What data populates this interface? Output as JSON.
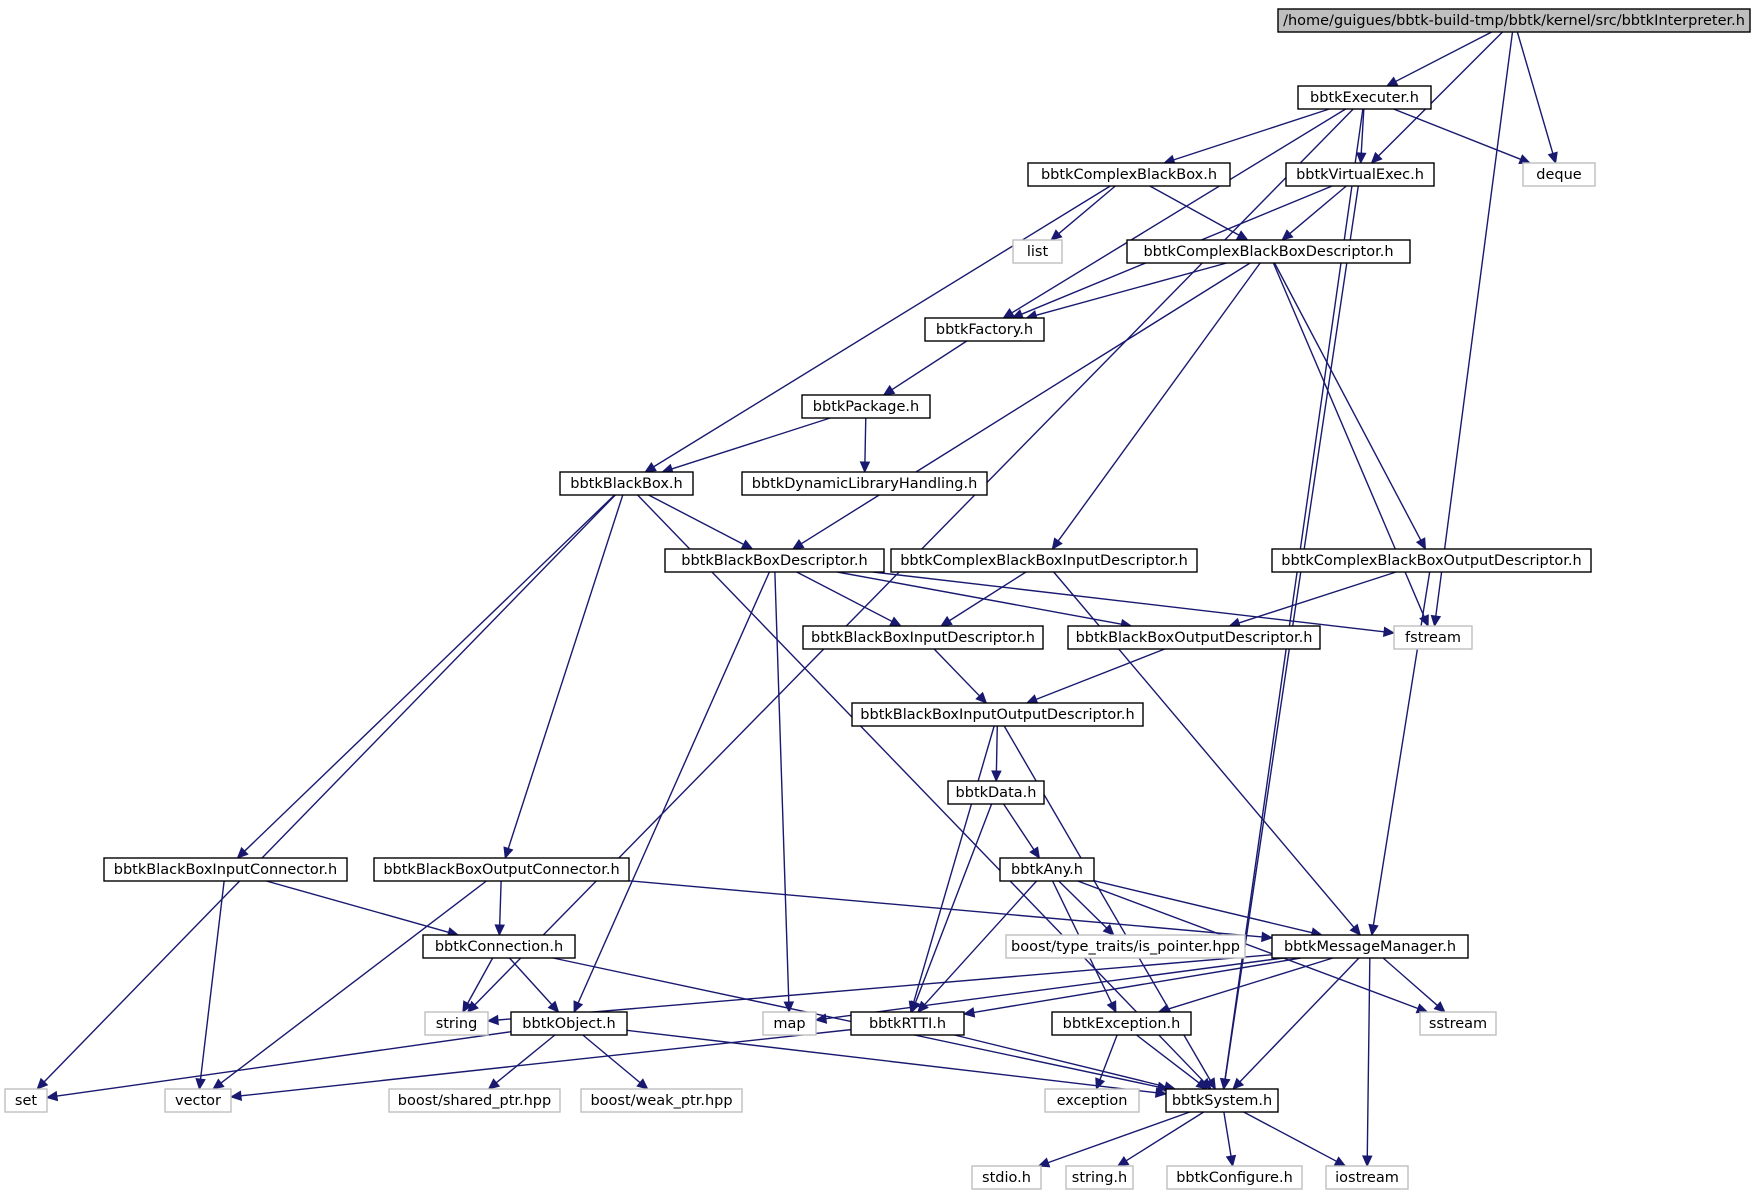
{
  "diagram": {
    "type": "include-dependency-graph",
    "edge_color": "#191970",
    "nodes": [
      {
        "id": "root",
        "label": "/home/guigues/bbtk-build-tmp/bbtk/kernel/src/bbtkInterpreter.h",
        "kind": "root"
      },
      {
        "id": "exec",
        "label": "bbtkExecuter.h",
        "kind": "local"
      },
      {
        "id": "cbb",
        "label": "bbtkComplexBlackBox.h",
        "kind": "local"
      },
      {
        "id": "vexec",
        "label": "bbtkVirtualExec.h",
        "kind": "local"
      },
      {
        "id": "deque",
        "label": "deque",
        "kind": "system"
      },
      {
        "id": "list",
        "label": "list",
        "kind": "system"
      },
      {
        "id": "cbbd",
        "label": "bbtkComplexBlackBoxDescriptor.h",
        "kind": "local"
      },
      {
        "id": "factory",
        "label": "bbtkFactory.h",
        "kind": "local"
      },
      {
        "id": "package",
        "label": "bbtkPackage.h",
        "kind": "local"
      },
      {
        "id": "bb",
        "label": "bbtkBlackBox.h",
        "kind": "local"
      },
      {
        "id": "dlh",
        "label": "bbtkDynamicLibraryHandling.h",
        "kind": "local"
      },
      {
        "id": "bbd",
        "label": "bbtkBlackBoxDescriptor.h",
        "kind": "local"
      },
      {
        "id": "cbbid",
        "label": "bbtkComplexBlackBoxInputDescriptor.h",
        "kind": "local"
      },
      {
        "id": "cbbod",
        "label": "bbtkComplexBlackBoxOutputDescriptor.h",
        "kind": "local"
      },
      {
        "id": "bbid",
        "label": "bbtkBlackBoxInputDescriptor.h",
        "kind": "local"
      },
      {
        "id": "bbod",
        "label": "bbtkBlackBoxOutputDescriptor.h",
        "kind": "local"
      },
      {
        "id": "fstream",
        "label": "fstream",
        "kind": "system"
      },
      {
        "id": "bbiod",
        "label": "bbtkBlackBoxInputOutputDescriptor.h",
        "kind": "local"
      },
      {
        "id": "data",
        "label": "bbtkData.h",
        "kind": "local"
      },
      {
        "id": "any",
        "label": "bbtkAny.h",
        "kind": "local"
      },
      {
        "id": "bbic",
        "label": "bbtkBlackBoxInputConnector.h",
        "kind": "local"
      },
      {
        "id": "bboc",
        "label": "bbtkBlackBoxOutputConnector.h",
        "kind": "local"
      },
      {
        "id": "conn",
        "label": "bbtkConnection.h",
        "kind": "local"
      },
      {
        "id": "isptr",
        "label": "boost/type_traits/is_pointer.hpp",
        "kind": "system"
      },
      {
        "id": "msg",
        "label": "bbtkMessageManager.h",
        "kind": "local"
      },
      {
        "id": "string",
        "label": "string",
        "kind": "system"
      },
      {
        "id": "object",
        "label": "bbtkObject.h",
        "kind": "local"
      },
      {
        "id": "map",
        "label": "map",
        "kind": "system"
      },
      {
        "id": "rtti",
        "label": "bbtkRTTI.h",
        "kind": "local"
      },
      {
        "id": "exc",
        "label": "bbtkException.h",
        "kind": "local"
      },
      {
        "id": "sstream",
        "label": "sstream",
        "kind": "system"
      },
      {
        "id": "set",
        "label": "set",
        "kind": "system"
      },
      {
        "id": "vector",
        "label": "vector",
        "kind": "system"
      },
      {
        "id": "sptr",
        "label": "boost/shared_ptr.hpp",
        "kind": "system"
      },
      {
        "id": "wptr",
        "label": "boost/weak_ptr.hpp",
        "kind": "system"
      },
      {
        "id": "exception",
        "label": "exception",
        "kind": "system"
      },
      {
        "id": "system",
        "label": "bbtkSystem.h",
        "kind": "local"
      },
      {
        "id": "stdio",
        "label": "stdio.h",
        "kind": "system"
      },
      {
        "id": "stringh",
        "label": "string.h",
        "kind": "system"
      },
      {
        "id": "config",
        "label": "bbtkConfigure.h",
        "kind": "system"
      },
      {
        "id": "iostream",
        "label": "iostream",
        "kind": "system"
      }
    ],
    "edges": [
      [
        "root",
        "exec"
      ],
      [
        "root",
        "vexec"
      ],
      [
        "root",
        "deque"
      ],
      [
        "root",
        "fstream"
      ],
      [
        "exec",
        "cbb"
      ],
      [
        "exec",
        "vexec"
      ],
      [
        "exec",
        "deque"
      ],
      [
        "exec",
        "factory"
      ],
      [
        "exec",
        "string"
      ],
      [
        "exec",
        "system"
      ],
      [
        "cbb",
        "list"
      ],
      [
        "cbb",
        "cbbd"
      ],
      [
        "cbb",
        "bb"
      ],
      [
        "vexec",
        "cbbd"
      ],
      [
        "vexec",
        "factory"
      ],
      [
        "vexec",
        "system"
      ],
      [
        "cbbd",
        "factory"
      ],
      [
        "cbbd",
        "bbd"
      ],
      [
        "cbbd",
        "cbbid"
      ],
      [
        "cbbd",
        "cbbod"
      ],
      [
        "cbbd",
        "fstream"
      ],
      [
        "factory",
        "package"
      ],
      [
        "package",
        "bb"
      ],
      [
        "package",
        "dlh"
      ],
      [
        "bb",
        "bbd"
      ],
      [
        "bb",
        "bbic"
      ],
      [
        "bb",
        "bboc"
      ],
      [
        "bb",
        "set"
      ],
      [
        "bb",
        "system"
      ],
      [
        "bbd",
        "bbid"
      ],
      [
        "bbd",
        "bbod"
      ],
      [
        "bbd",
        "fstream"
      ],
      [
        "bbd",
        "map"
      ],
      [
        "bbd",
        "object"
      ],
      [
        "cbbid",
        "bbid"
      ],
      [
        "cbbid",
        "msg"
      ],
      [
        "cbbod",
        "bbod"
      ],
      [
        "cbbod",
        "msg"
      ],
      [
        "bbid",
        "bbiod"
      ],
      [
        "bbod",
        "bbiod"
      ],
      [
        "bbiod",
        "data"
      ],
      [
        "bbiod",
        "rtti"
      ],
      [
        "bbiod",
        "system"
      ],
      [
        "data",
        "any"
      ],
      [
        "data",
        "rtti"
      ],
      [
        "any",
        "isptr"
      ],
      [
        "any",
        "msg"
      ],
      [
        "any",
        "exc"
      ],
      [
        "any",
        "rtti"
      ],
      [
        "any",
        "sstream"
      ],
      [
        "bbic",
        "conn"
      ],
      [
        "bbic",
        "vector"
      ],
      [
        "bboc",
        "conn"
      ],
      [
        "bboc",
        "msg"
      ],
      [
        "bboc",
        "vector"
      ],
      [
        "conn",
        "string"
      ],
      [
        "conn",
        "object"
      ],
      [
        "conn",
        "system"
      ],
      [
        "msg",
        "string"
      ],
      [
        "msg",
        "map"
      ],
      [
        "msg",
        "rtti"
      ],
      [
        "msg",
        "exc"
      ],
      [
        "msg",
        "sstream"
      ],
      [
        "msg",
        "system"
      ],
      [
        "msg",
        "iostream"
      ],
      [
        "object",
        "set"
      ],
      [
        "object",
        "sptr"
      ],
      [
        "object",
        "wptr"
      ],
      [
        "object",
        "system"
      ],
      [
        "rtti",
        "vector"
      ],
      [
        "rtti",
        "system"
      ],
      [
        "exc",
        "exception"
      ],
      [
        "exc",
        "system"
      ],
      [
        "system",
        "stdio"
      ],
      [
        "system",
        "stringh"
      ],
      [
        "system",
        "config"
      ],
      [
        "system",
        "iostream"
      ]
    ]
  }
}
